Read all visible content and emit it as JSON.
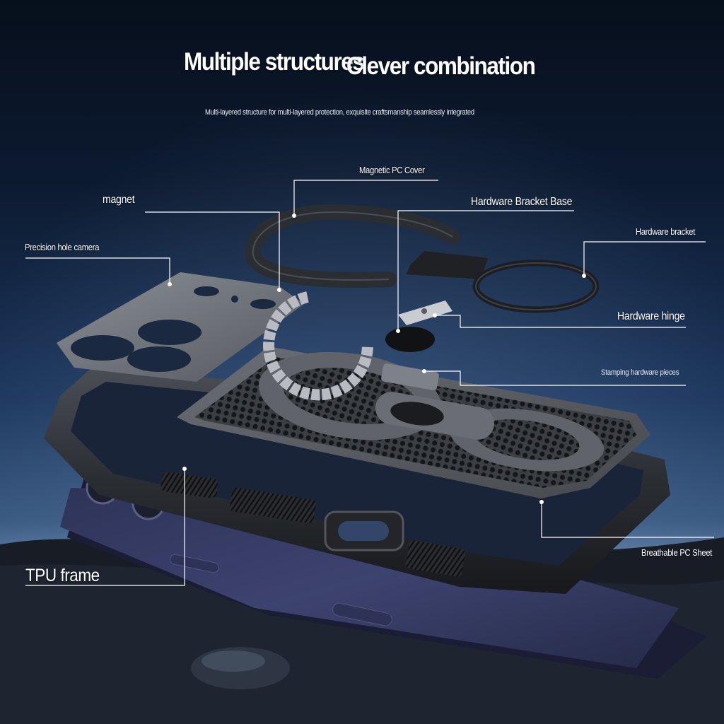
{
  "title_line_1": "Multiple structures",
  "title_line_2": "Clever combination",
  "subtitle": "Multi-layered structure for multi-layered protection, exquisite craftsmanship seamlessly integrated",
  "callouts": {
    "magnetic_pc_cover": "Magnetic PC Cover",
    "magnet": "magnet",
    "hardware_bracket_base": "Hardware Bracket Base",
    "hardware_bracket": "Hardware bracket",
    "precision_hole_camera": "Precision hole camera",
    "hardware_hinge": "Hardware hinge",
    "stamping_hardware_pieces": "Stamping hardware pieces",
    "breathable_pc_sheet": "Breathable PC Sheet",
    "tpu_frame": "TPU frame"
  },
  "colors": {
    "sky_top": "#0a1424",
    "sky_mid": "#1e3a66",
    "horizon": "#4f6f99",
    "ground": "#161b24",
    "phone_body": "#3a3f66",
    "case_frame": "#2b2e33",
    "pc_sheet": "#575b61",
    "leader_line": "#ffffff"
  }
}
